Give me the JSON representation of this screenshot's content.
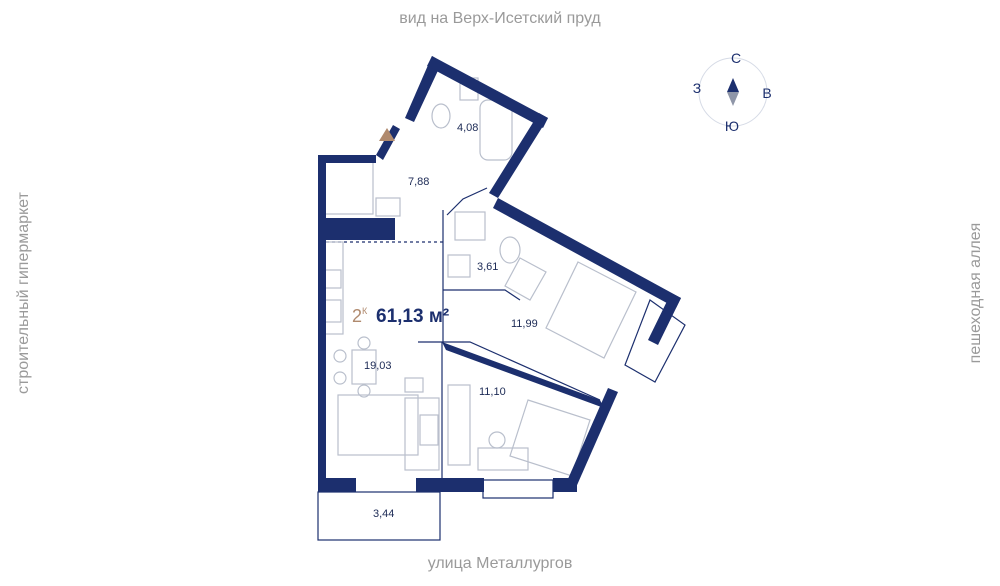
{
  "views": {
    "top": "вид на Верх-Исетский пруд",
    "bottom": "улица Металлургов",
    "left": "строительный гипермаркет",
    "right": "пешеходная аллея"
  },
  "compass": {
    "north": "С",
    "south": "Ю",
    "west": "З",
    "east": "В"
  },
  "apartment": {
    "rooms": "2",
    "rooms_suffix": "К",
    "total_area": "61,13 м²"
  },
  "rooms": [
    {
      "name": "bathroom",
      "area": "4,08"
    },
    {
      "name": "hallway",
      "area": "7,88"
    },
    {
      "name": "wc",
      "area": "3,61"
    },
    {
      "name": "bedroom-large",
      "area": "11,99"
    },
    {
      "name": "kitchen-living",
      "area": "19,03"
    },
    {
      "name": "bedroom-small",
      "area": "11,10"
    },
    {
      "name": "balcony",
      "area": "3,44"
    }
  ],
  "colors": {
    "wall": "#1c2f6e",
    "furniture": "#b9bfcc",
    "accent": "#b08a6e",
    "text": "#9a9a9a"
  }
}
